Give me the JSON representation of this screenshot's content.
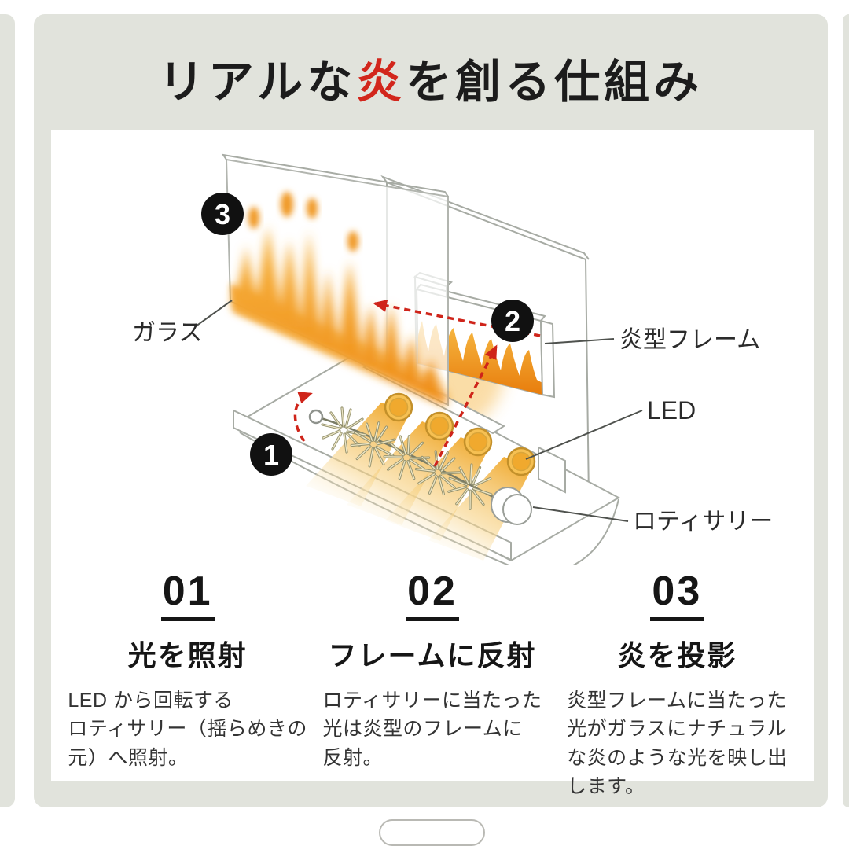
{
  "page": {
    "background": "#ffffff",
    "card_background": "#e1e3dc",
    "accent_red": "#d2261c",
    "text_color": "#1c1c1c"
  },
  "title": {
    "prefix": "リアルな",
    "accent": "炎",
    "suffix": "を創る仕組み"
  },
  "diagram": {
    "badges": [
      "1",
      "2",
      "3"
    ],
    "labels": {
      "glass": "ガラス",
      "flame_frame": "炎型フレーム",
      "led": "LED",
      "rotisserie": "ロティサリー"
    }
  },
  "steps": [
    {
      "number": "01",
      "title": "光を照射",
      "body": "LED から回転する\nロティサリー（揺らめきの\n元）へ照射。"
    },
    {
      "number": "02",
      "title": "フレームに反射",
      "body": "ロティサリーに当たった\n光は炎型のフレームに\n反射。"
    },
    {
      "number": "03",
      "title": "炎を投影",
      "body": "炎型フレームに当たった\n光がガラスにナチュラル\nな炎のような光を映し出\nします。"
    }
  ]
}
